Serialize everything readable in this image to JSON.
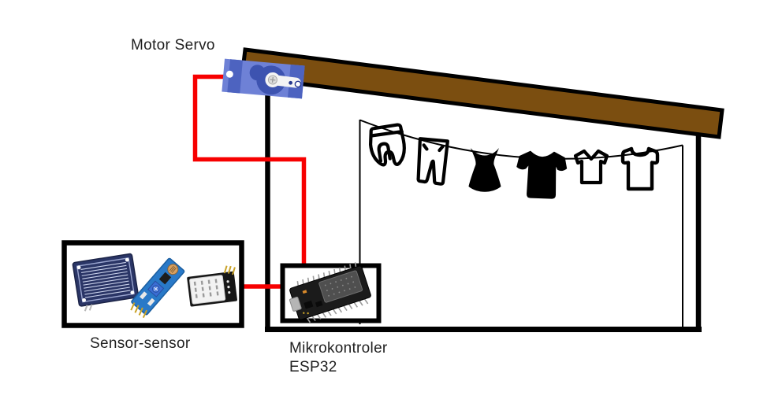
{
  "labels": {
    "motor_servo": "Motor Servo",
    "sensors": "Sensor-sensor",
    "microcontroller_line1": "Mikrokontroler",
    "microcontroller_line2": "ESP32"
  },
  "components": {
    "servo": "servo-motor",
    "sensor_box_items": [
      "rain-sensor",
      "light-sensor-module",
      "dht22-humidity-sensor"
    ],
    "microcontroller": "esp32-dev-board",
    "clothesline_items": [
      "hanging-pants",
      "jeans",
      "dress",
      "t-shirt-filled",
      "t-shirt-small-outline",
      "t-shirt-outline"
    ]
  },
  "colors": {
    "background": "#FFFFFF",
    "outline": "#000000",
    "roof_beam": "#7B4E10",
    "wire": "#F70000",
    "servo_body": "#6E81D6",
    "servo_accent": "#4D63C0",
    "servo_hub": "#3D53B0",
    "rain_plate_navy": "#2A3566",
    "sensor_pcb_blue": "#2979C8",
    "text": "#1F1F1F"
  }
}
